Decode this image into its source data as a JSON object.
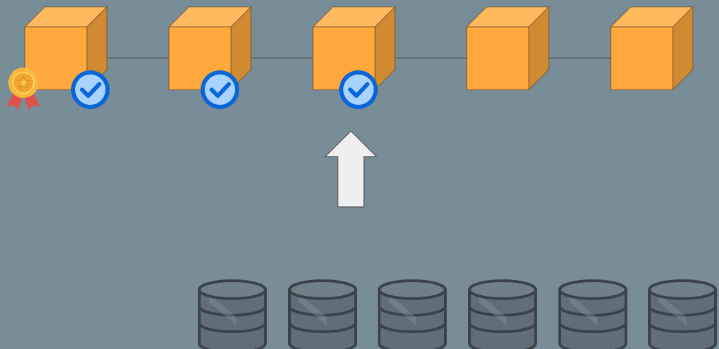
{
  "colors": {
    "background": "#788d98",
    "block_front": "#ffa83d",
    "block_top": "#ffba60",
    "block_side": "#d08a31",
    "block_edge": "#6b4e2a",
    "link_line": "#5e5e5e",
    "check_ring": "#0a66d6",
    "check_fill": "#a8d3ff",
    "arrow_fill": "#efefef",
    "arrow_stroke": "#555555",
    "db_fill": "#5f6e78",
    "db_stroke": "#3b4349",
    "badge_gold": "#f6b93b",
    "badge_ribbon": "#e2504a"
  },
  "blockchain": {
    "blocks": [
      {
        "id": "block-1",
        "confirmed": true,
        "finalized_badge": true,
        "badge_icon": "award-medal-icon"
      },
      {
        "id": "block-2",
        "confirmed": true,
        "finalized_badge": false
      },
      {
        "id": "block-3",
        "confirmed": true,
        "finalized_badge": false
      },
      {
        "id": "block-4",
        "confirmed": false,
        "finalized_badge": false
      },
      {
        "id": "block-5",
        "confirmed": false,
        "finalized_badge": false
      }
    ],
    "link_direction": "points-to-previous-block",
    "confirmation_icon": "checkmark-circle-icon"
  },
  "arrow": {
    "icon": "up-arrow-icon",
    "direction": "up"
  },
  "databases": {
    "count": 6,
    "icon": "database-icon"
  }
}
